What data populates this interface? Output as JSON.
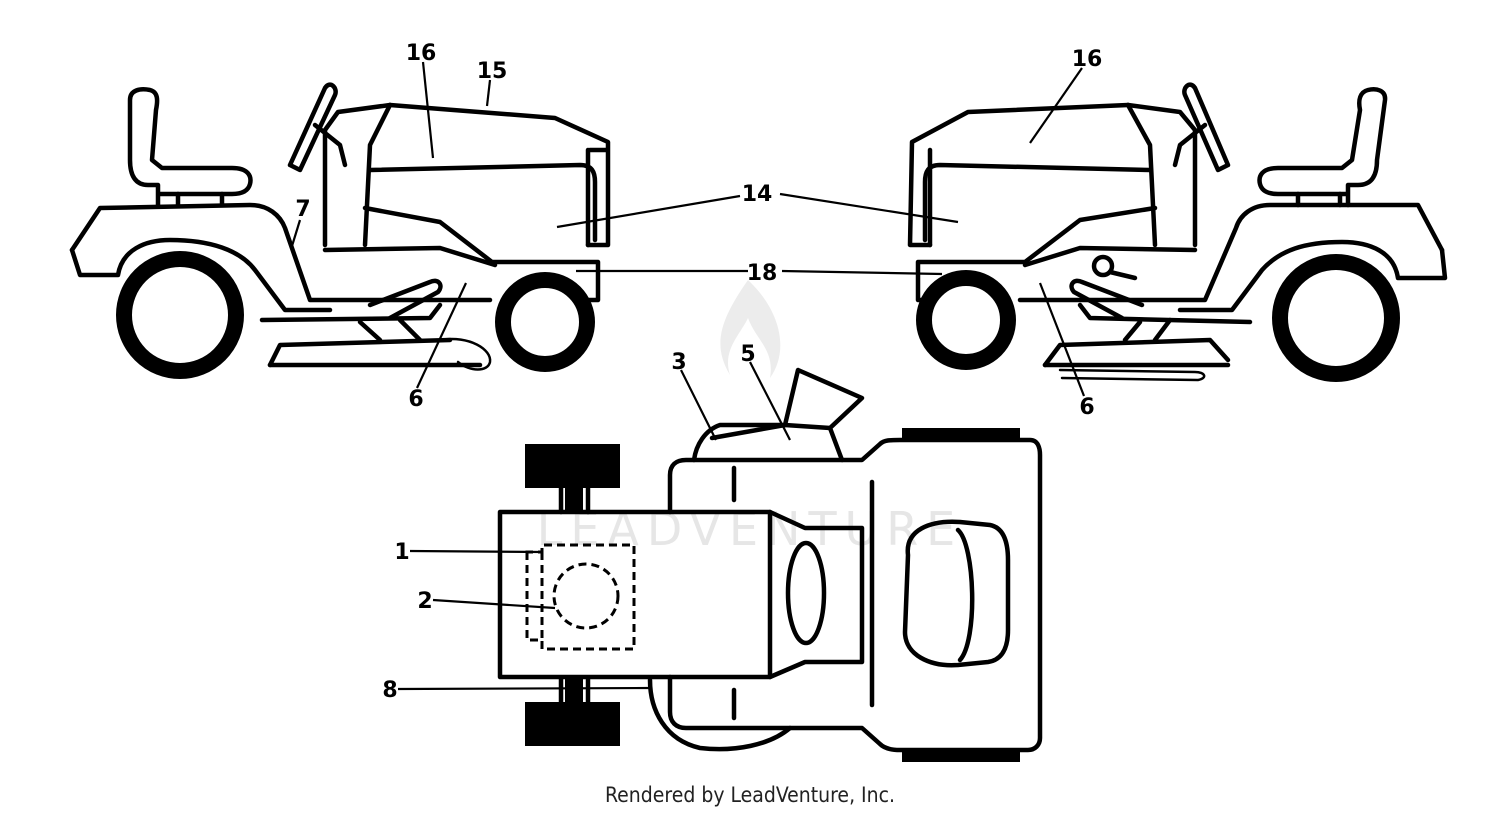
{
  "diagram": {
    "callouts": {
      "c1": "1",
      "c2": "2",
      "c3": "3",
      "c5": "5",
      "c6_left": "6",
      "c6_right": "6",
      "c7": "7",
      "c8": "8",
      "c14": "14",
      "c15": "15",
      "c16_left": "16",
      "c16_right": "16",
      "c18": "18"
    },
    "watermark": "LEADVENTURE",
    "footer": "Rendered by LeadVenture, Inc."
  }
}
